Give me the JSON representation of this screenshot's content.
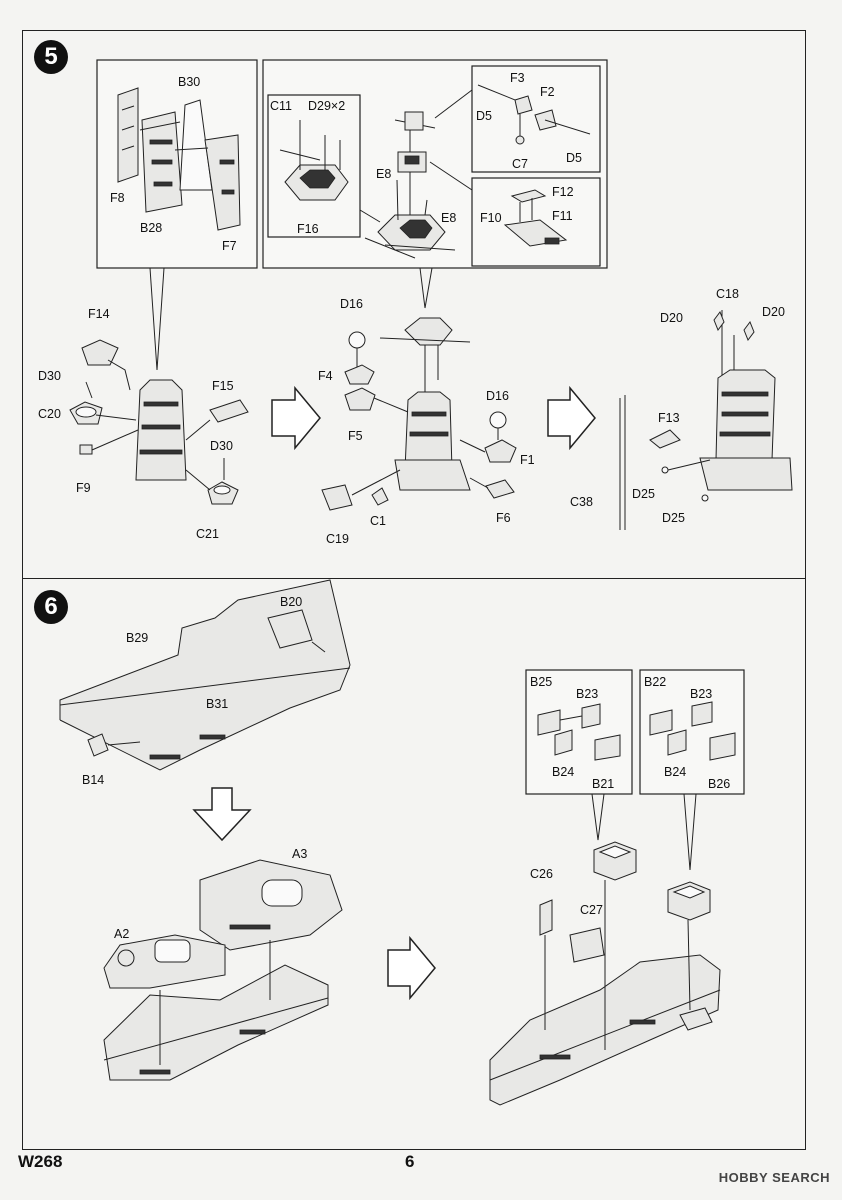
{
  "doc": {
    "code": "W268",
    "page": "6",
    "watermark": "HOBBY SEARCH"
  },
  "steps": [
    {
      "number": "5"
    },
    {
      "number": "6"
    }
  ],
  "labels5": {
    "B30": "B30",
    "F8": "F8",
    "B28": "B28",
    "F7": "F7",
    "C11": "C11",
    "D29": "D29×2",
    "F16": "F16",
    "E8a": "E8",
    "E8b": "E8",
    "D5a": "D5",
    "F3": "F3",
    "F2": "F2",
    "C7": "C7",
    "D5b": "D5",
    "F12": "F12",
    "F10": "F10",
    "F11": "F11",
    "F14": "F14",
    "D30a": "D30",
    "C20": "C20",
    "F9": "F9",
    "F15": "F15",
    "D30b": "D30",
    "C21": "C21",
    "D16a": "D16",
    "F4": "F4",
    "F5": "F5",
    "C1": "C1",
    "C19": "C19",
    "D16b": "D16",
    "F1": "F1",
    "F6": "F6",
    "C18": "C18",
    "D20a": "D20",
    "D20b": "D20",
    "F13": "F13",
    "D25a": "D25",
    "C38": "C38",
    "D25b": "D25"
  },
  "labels6": {
    "B20": "B20",
    "B29": "B29",
    "B31": "B31",
    "B14": "B14",
    "A3": "A3",
    "A2": "A2",
    "B25": "B25",
    "B23a": "B23",
    "B24a": "B24",
    "B21": "B21",
    "B22": "B22",
    "B23b": "B23",
    "B24b": "B24",
    "B26": "B26",
    "C26": "C26",
    "C27": "C27"
  }
}
